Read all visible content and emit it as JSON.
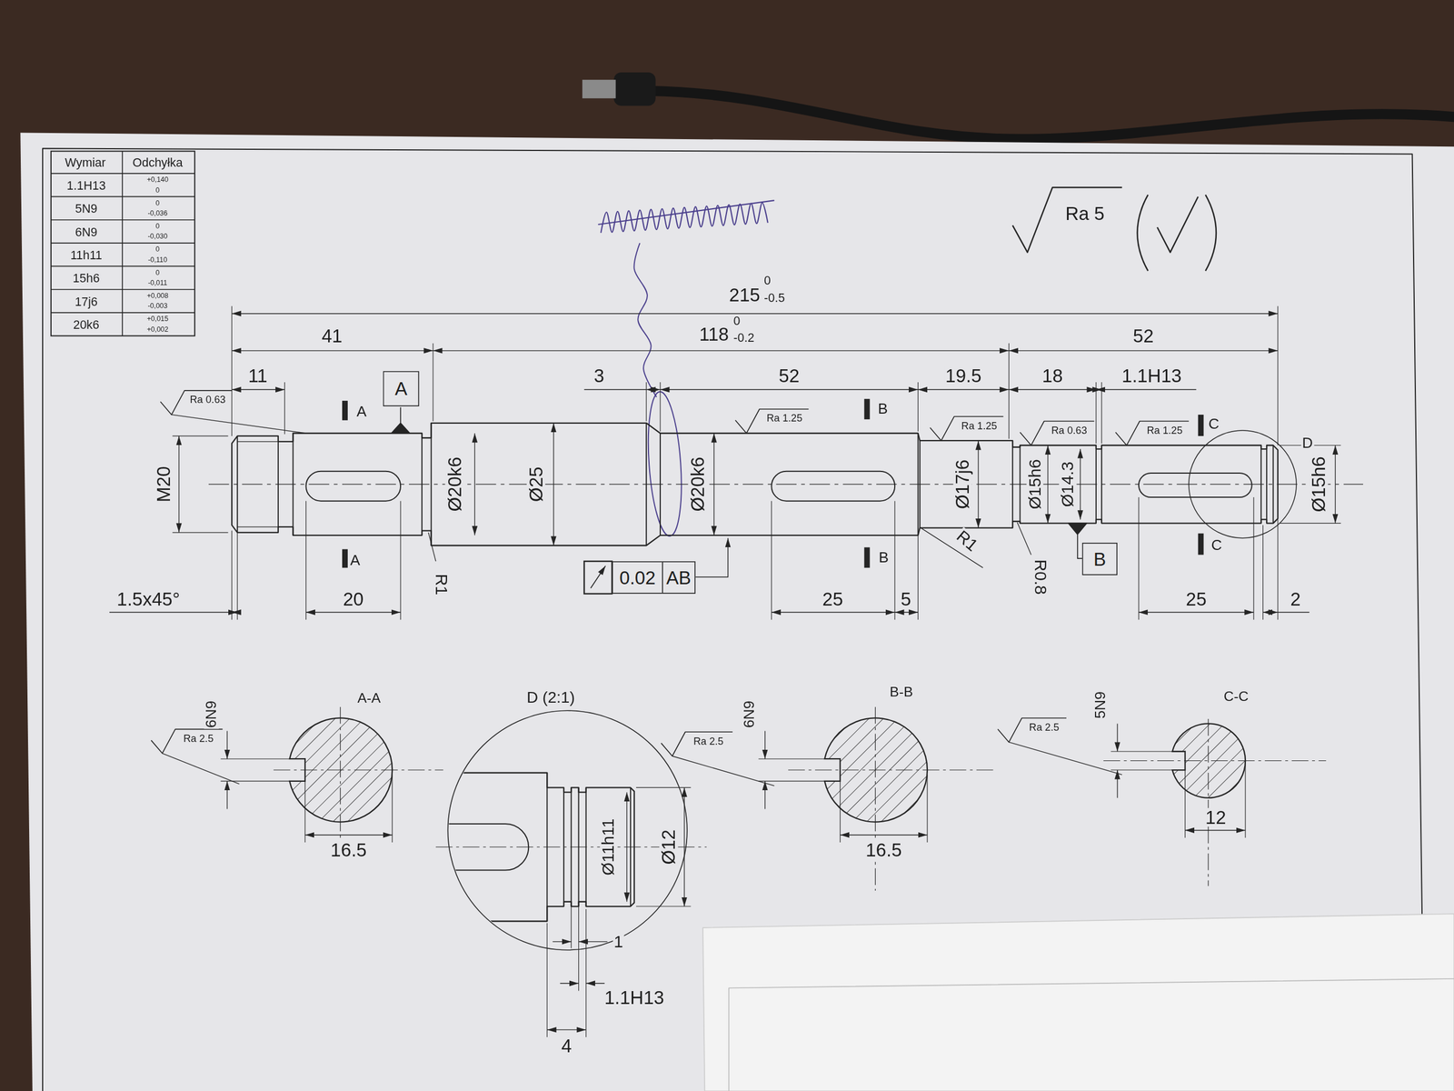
{
  "diagram": {
    "nodes": [
      {
        "text": [
          "A"
        ]
      },
      {
        "text": [
          "0.02"
        ]
      },
      {
        "text": [
          "AB"
        ]
      },
      {
        "text": [
          "B"
        ]
      }
    ],
    "labels": [
      "Wymiar",
      "Odchyłka",
      "1.1H13",
      "+0,140",
      "0",
      "5N9",
      "0",
      "-0,036",
      "6N9",
      "0",
      "-0,030",
      "11h11",
      "0",
      "-0,110",
      "15h6",
      "0",
      "-0,011",
      "17j6",
      "+0,008",
      "-0,003",
      "20k6",
      "+0,015",
      "+0,002",
      "Ra 5",
      "215",
      "0",
      "-0.5",
      "118",
      "0",
      "-0.2",
      "41",
      "52",
      "11",
      "3",
      "52",
      "19.5",
      "18",
      "1.1H13",
      "Ra 0.63",
      "Ra 1.25",
      "Ra 1.25",
      "Ra 0.63",
      "Ra 1.25",
      "A",
      "B",
      "C",
      "D",
      "M20",
      "Ø20k6",
      "Ø25",
      "Ø20k6",
      "Ø17j6",
      "Ø15h6",
      "Ø14.3",
      "Ø15h6",
      "A",
      "B",
      "C",
      "R1",
      "R1",
      "R0.8",
      "1.5x45°",
      "20",
      "25",
      "5",
      "25",
      "2",
      "A-A",
      "6N9",
      "Ra 2.5",
      "16.5",
      "D (2:1)",
      "Ra 2.5",
      "Ø11h11",
      "Ø12",
      "1",
      "1.1H13",
      "4",
      "B-B",
      "6N9",
      "Ra 2.5",
      "16.5",
      "5N9",
      "C-C",
      "12"
    ]
  }
}
